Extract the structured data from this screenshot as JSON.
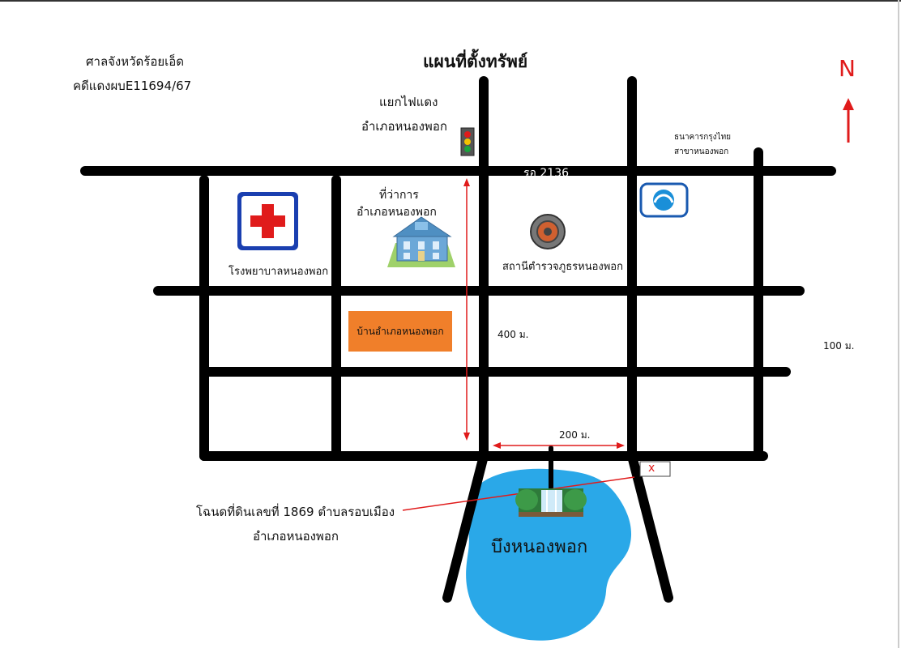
{
  "header": {
    "court_line1": "ศาลจังหวัดร้อยเอ็ด",
    "court_line2": "คดีแดงผบE11694/67",
    "map_title": "แผนที่ตั้งทรัพย์"
  },
  "compass": {
    "north_label": "N",
    "color": "#e01b1b"
  },
  "landmarks": {
    "traffic_light_line1": "แยกไฟแดง",
    "traffic_light_line2": "อำเภอหนองพอก",
    "bank_line1": "ธนาคารกรุงไทย",
    "bank_line2": "สาขาหนองพอก",
    "district_office_line1": "ที่ว่าการ",
    "district_office_line2": "อำเภอหนองพอก",
    "police_station": "สถานีตำรวจภูธรหนองพอก",
    "hospital": "โรงพยาบาลหนองพอก",
    "district_home": "บ้านอำเภอหนองพอก",
    "lake": "บึงหนองพอก"
  },
  "roads": {
    "main_road": "รอ 2136"
  },
  "distances": {
    "d400": "400 ม.",
    "d100": "100 ม.",
    "d200": "200 ม."
  },
  "property": {
    "deed_line1": "โฉนดที่ดินเลขที่ 1869 ตำบลรอบเมือง",
    "deed_line2": "อำเภอหนองพอก",
    "marker": "x"
  },
  "colors": {
    "road": "#000000",
    "lake": "#2aa8e8",
    "arrow": "#e01b1b",
    "home_box": "#f07f2a",
    "hospital_cross": "#e01b1b",
    "hospital_border": "#1a3fb0"
  }
}
